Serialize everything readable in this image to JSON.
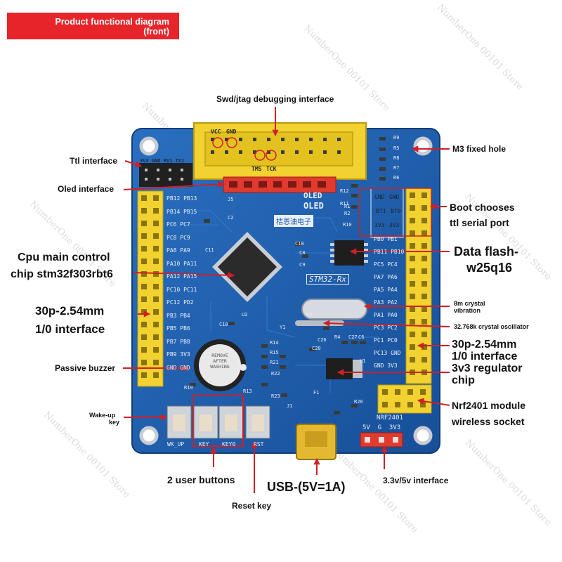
{
  "header": {
    "line1": "Product functional diagram",
    "line2": "(front)"
  },
  "labels": {
    "swd": "Swd/jtag debugging interface",
    "ttl": "Ttl interface",
    "oled_if": "Oled interface",
    "m3": "M3 fixed hole",
    "boot1": "Boot chooses",
    "boot2": "ttl serial port",
    "cpu1": "Cpu main control",
    "cpu2": "chip stm32f303rbt6",
    "flash1": "Data flash-",
    "flash2": "w25q16",
    "io_left1": "30p-2.54mm",
    "io_left2": "1/0 interface",
    "xtal8m1": "8m crystal",
    "xtal8m2": "vibration",
    "xtal32k": "32.768k crystal oscillator",
    "io_right1": "30p-2.54mm",
    "io_right2": "1/0 interface",
    "reg1": "3v3 regulator",
    "reg2": "chip",
    "buzzer": "Passive buzzer",
    "wake1": "Wake-up",
    "wake2": "key",
    "nrf1": "Nrf2401 module",
    "nrf2": "wireless socket",
    "user_btn": "2 user buttons",
    "usb": "USB-(5V=1A)",
    "iface33": "3.3v/5v interface",
    "reset": "Reset key"
  },
  "silk": {
    "vcc": "VCC",
    "gnd": "GND",
    "tms": "TMS",
    "tck": "TCK",
    "ttl_pins": "3V3 GND RX1 TX1",
    "oled1": "OLED",
    "oled2": "OLED",
    "chinese": "桔恩油电子",
    "stm": "STM32-Rx",
    "buzzer_text": "REMOVE AFTER WASHING",
    "nrf": "NRF2401",
    "pwr_pins": "5V  G  3V3",
    "wk": "WK_UP",
    "key": "KEY",
    "key0": "KEY0",
    "rst": "RST",
    "boot_gnd1": "GND",
    "boot_gnd2": "GND",
    "bt1": "BT1",
    "bt0": "BT0",
    "v33a": "3V3",
    "v33b": "3V3",
    "left_pins": [
      "PB12 PB13",
      "PB14 PB15",
      "PC6 PC7",
      "PC8 PC9",
      "PA8 PA9",
      "PA10 PA11",
      "PA12 PA15",
      "PC10 PC11",
      "PC12 PD2",
      "PB3 PB4",
      "PB5 PB6",
      "PB7 PB8",
      "PB9 3V3",
      "GND GND"
    ],
    "right_pins": [
      "PB0 PB1",
      "PB11 PB10",
      "PC5 PC4",
      "PA7 PA6",
      "PA5 PA4",
      "PA3 PA2",
      "PA1 PA0",
      "PC3 PC2",
      "PC1 PC0",
      "PC13 GND",
      "GND 3V3"
    ],
    "refs": [
      "R9",
      "R5",
      "R8",
      "R7",
      "R6",
      "R12",
      "R11",
      "R10",
      "C2",
      "C11",
      "C18",
      "C8",
      "C9",
      "C10",
      "C4",
      "R14",
      "R15",
      "R21",
      "R22",
      "R23",
      "R19",
      "R13",
      "C20",
      "R4",
      "C27",
      "C6",
      "R20",
      "F1",
      "J1",
      "U1",
      "U2",
      "Y1",
      "J5",
      "R2",
      "R1",
      "C26"
    ]
  },
  "watermark": "NumberOne 00101 Store",
  "colors": {
    "pcb": "#1c5fae",
    "header": "#e8242b",
    "pin_yellow": "#f2d230",
    "connector_red": "#e13a2e",
    "arrow": "#d11f24"
  }
}
